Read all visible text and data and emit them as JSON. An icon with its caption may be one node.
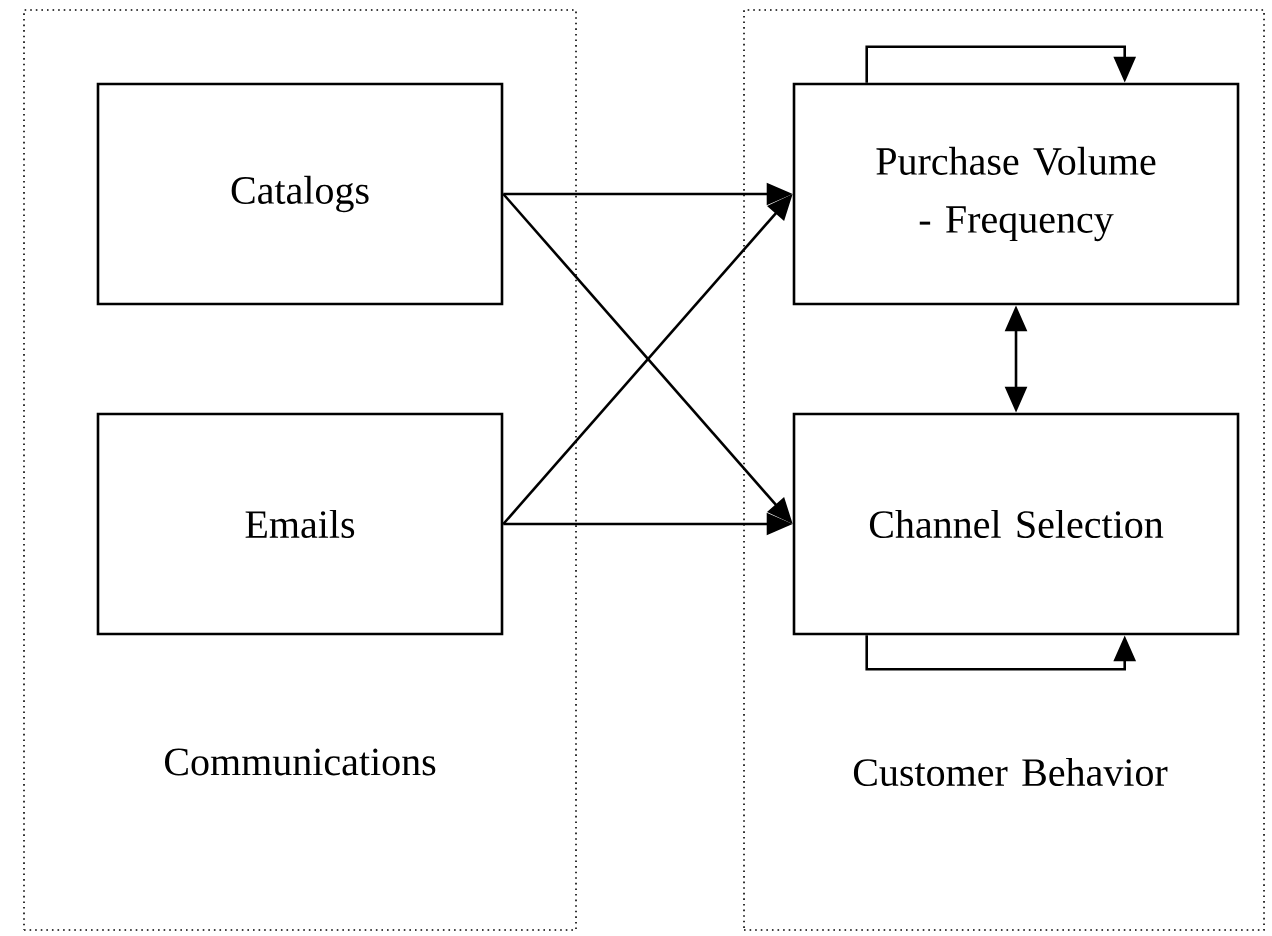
{
  "diagram": {
    "nodes": [
      {
        "text": [
          "Communications"
        ]
      },
      {
        "text": [
          "Catalogs"
        ],
        "in": 0
      },
      {
        "text": [
          "Emails"
        ],
        "in": 0
      },
      {
        "text": [
          "Customer Behavior"
        ]
      },
      {
        "text": [
          "Purchase Volume - Frequency"
        ],
        "in": 3
      },
      {
        "text": [
          "Channel Selection"
        ],
        "in": 3
      }
    ],
    "edges": [
      {
        "from": 1,
        "to": 4,
        "arrow": "to"
      },
      {
        "from": 1,
        "to": 5,
        "arrow": "to"
      },
      {
        "from": 2,
        "to": 4,
        "arrow": "to"
      },
      {
        "from": 2,
        "to": 5,
        "arrow": "to"
      },
      {
        "from": 4,
        "to": 5,
        "arrow": "both"
      },
      {
        "from": 4,
        "to": 4,
        "arrow": "to"
      },
      {
        "from": 5,
        "to": 5,
        "arrow": "to"
      }
    ]
  }
}
